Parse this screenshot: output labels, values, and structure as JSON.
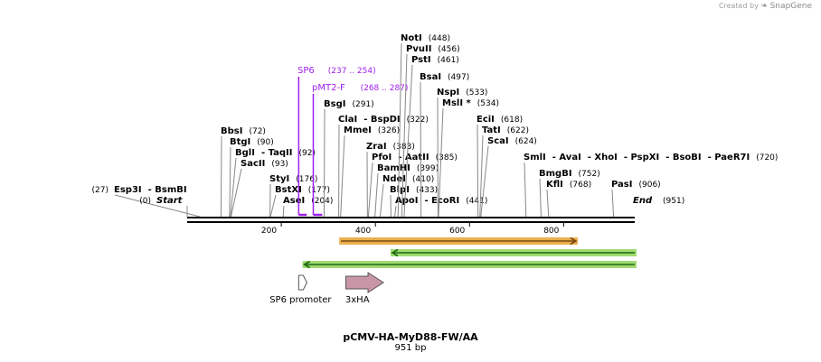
{
  "credit": {
    "prefix": "Created by",
    "brand": "SnapGene"
  },
  "plasmid": {
    "name": "pCMV-HA-MyD88-FW/AA",
    "length_label": "951 bp"
  },
  "sequence_length": 951,
  "ends": {
    "start": "Start",
    "start_pos": "(0)",
    "end": "End",
    "end_pos": "(951)"
  },
  "scale_ticks": [
    "200",
    "400",
    "600",
    "800"
  ],
  "scale_tick_values": [
    200,
    400,
    600,
    800
  ],
  "enzymes": [
    {
      "name": "Esp3I",
      "pos": 27,
      "pos_label": "(27)"
    },
    {
      "name": "BsmBI",
      "pos": 27,
      "pos_label": ""
    },
    {
      "name": "BbsI",
      "pos": 72,
      "pos_label": "(72)"
    },
    {
      "name": "BtgI",
      "pos": 90,
      "pos_label": "(90)"
    },
    {
      "name": "BglI",
      "pos": 92,
      "pos_label": ""
    },
    {
      "name": "TaqII",
      "pos": 92,
      "pos_label": "(92)"
    },
    {
      "name": "SacII",
      "pos": 93,
      "pos_label": "(93)"
    },
    {
      "name": "StyI",
      "pos": 176,
      "pos_label": "(176)"
    },
    {
      "name": "BstXI",
      "pos": 177,
      "pos_label": "(177)"
    },
    {
      "name": "AseI",
      "pos": 204,
      "pos_label": "(204)"
    },
    {
      "name": "BsgI",
      "pos": 291,
      "pos_label": "(291)"
    },
    {
      "name": "ClaI",
      "pos": 322,
      "pos_label": ""
    },
    {
      "name": "BspDI",
      "pos": 322,
      "pos_label": "(322)"
    },
    {
      "name": "MmeI",
      "pos": 326,
      "pos_label": "(326)"
    },
    {
      "name": "ZraI",
      "pos": 383,
      "pos_label": "(383)"
    },
    {
      "name": "PfoI",
      "pos": 385,
      "pos_label": ""
    },
    {
      "name": "AatII",
      "pos": 385,
      "pos_label": "(385)"
    },
    {
      "name": "BamHI",
      "pos": 399,
      "pos_label": "(399)"
    },
    {
      "name": "NdeI",
      "pos": 410,
      "pos_label": "(410)"
    },
    {
      "name": "BlpI",
      "pos": 433,
      "pos_label": "(433)"
    },
    {
      "name": "ApoI",
      "pos": 441,
      "pos_label": ""
    },
    {
      "name": "EcoRI",
      "pos": 441,
      "pos_label": "(441)"
    },
    {
      "name": "NotI",
      "pos": 448,
      "pos_label": "(448)"
    },
    {
      "name": "PvuII",
      "pos": 456,
      "pos_label": "(456)"
    },
    {
      "name": "PstI",
      "pos": 461,
      "pos_label": "(461)"
    },
    {
      "name": "BsaI",
      "pos": 497,
      "pos_label": "(497)"
    },
    {
      "name": "NspI",
      "pos": 533,
      "pos_label": "(533)"
    },
    {
      "name": "MslI *",
      "pos": 534,
      "pos_label": "(534)"
    },
    {
      "name": "EciI",
      "pos": 618,
      "pos_label": "(618)"
    },
    {
      "name": "TatI",
      "pos": 622,
      "pos_label": "(622)"
    },
    {
      "name": "ScaI",
      "pos": 624,
      "pos_label": "(624)"
    },
    {
      "name": "SmlI",
      "pos": 720,
      "pos_label": ""
    },
    {
      "name": "AvaI",
      "pos": 720,
      "pos_label": ""
    },
    {
      "name": "XhoI",
      "pos": 720,
      "pos_label": ""
    },
    {
      "name": "PspXI",
      "pos": 720,
      "pos_label": ""
    },
    {
      "name": "BsoBI",
      "pos": 720,
      "pos_label": ""
    },
    {
      "name": "PaeR7I",
      "pos": 720,
      "pos_label": "(720)"
    },
    {
      "name": "BmgBI",
      "pos": 752,
      "pos_label": "(752)"
    },
    {
      "name": "KflI",
      "pos": 768,
      "pos_label": "(768)"
    },
    {
      "name": "PasI",
      "pos": 906,
      "pos_label": "(906)"
    }
  ],
  "primers": [
    {
      "name": "SP6",
      "range_label": "(237 .. 254)",
      "start": 237,
      "end": 254,
      "color": "#a020f0"
    },
    {
      "name": "pMT2-F",
      "range_label": "(268 .. 287)",
      "start": 268,
      "end": 287,
      "color": "#a020f0"
    }
  ],
  "orfs": [
    {
      "start": 327,
      "end": 826,
      "direction": "forward",
      "color": "#e8a030",
      "stroke": "#7a4a10"
    },
    {
      "start": 436,
      "end": 951,
      "direction": "reverse",
      "color": "#8fd45a",
      "stroke": "#1f6b10"
    },
    {
      "start": 249,
      "end": 951,
      "direction": "reverse",
      "color": "#8fd45a",
      "stroke": "#1f6b10"
    }
  ],
  "features": [
    {
      "name": "SP6 promoter",
      "start": 237,
      "end": 254,
      "color": "#ffffff",
      "icon": "promoter-arrow"
    },
    {
      "name": "3xHA",
      "start": 337,
      "end": 417,
      "color": "#c996a8",
      "icon": "feature-arrow"
    }
  ]
}
